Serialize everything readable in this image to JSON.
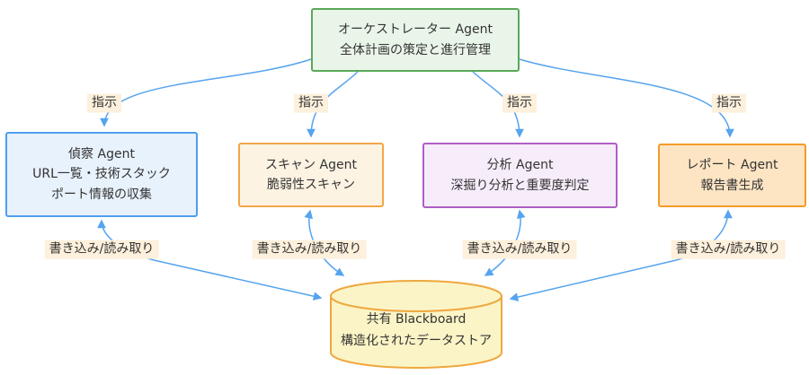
{
  "nodes": {
    "orchestrator": {
      "line1": "オーケストレーター Agent",
      "line2": "全体計画の策定と進行管理"
    },
    "recon": {
      "line1": "偵察 Agent",
      "line2": "URL一覧・技術スタック",
      "line3": "ポート情報の収集"
    },
    "scan": {
      "line1": "スキャン Agent",
      "line2": "脆弱性スキャン"
    },
    "analysis": {
      "line1": "分析 Agent",
      "line2": "深掘り分析と重要度判定"
    },
    "report": {
      "line1": "レポート Agent",
      "line2": "報告書生成"
    },
    "blackboard": {
      "line1": "共有 Blackboard",
      "line2": "構造化されたデータストア"
    }
  },
  "edges": {
    "instruction_label": "指示",
    "readwrite_label": "書き込み/読み取り"
  },
  "colors": {
    "edge": "#55a4ee",
    "orchestrator_fill": "#e9f5e9",
    "orchestrator_border": "#5aa85a",
    "recon_fill": "#e8f2fc",
    "recon_border": "#4d9fee",
    "scan_fill": "#fdf3e3",
    "scan_border": "#f2a649",
    "analysis_fill": "#f7ecfa",
    "analysis_border": "#ae5fc4",
    "report_fill": "#fde4c3",
    "report_border": "#f59b28",
    "blackboard_fill": "#fbf4c6",
    "blackboard_border": "#efa73e",
    "edge_label_bg": "#fdf0dc",
    "text": "#333333"
  }
}
